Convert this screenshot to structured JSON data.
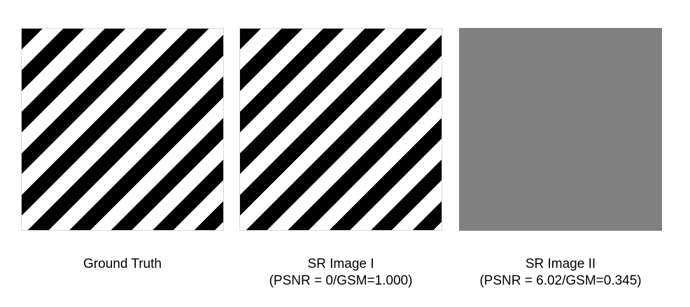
{
  "panels": [
    {
      "title": "Ground Truth",
      "metrics": ""
    },
    {
      "title": "SR Image I",
      "metrics": "(PSNR = 0/GSM=1.000)"
    },
    {
      "title": "SR Image II",
      "metrics": "(PSNR = 6.02/GSM=0.345)",
      "fill_color": "#808080"
    }
  ]
}
